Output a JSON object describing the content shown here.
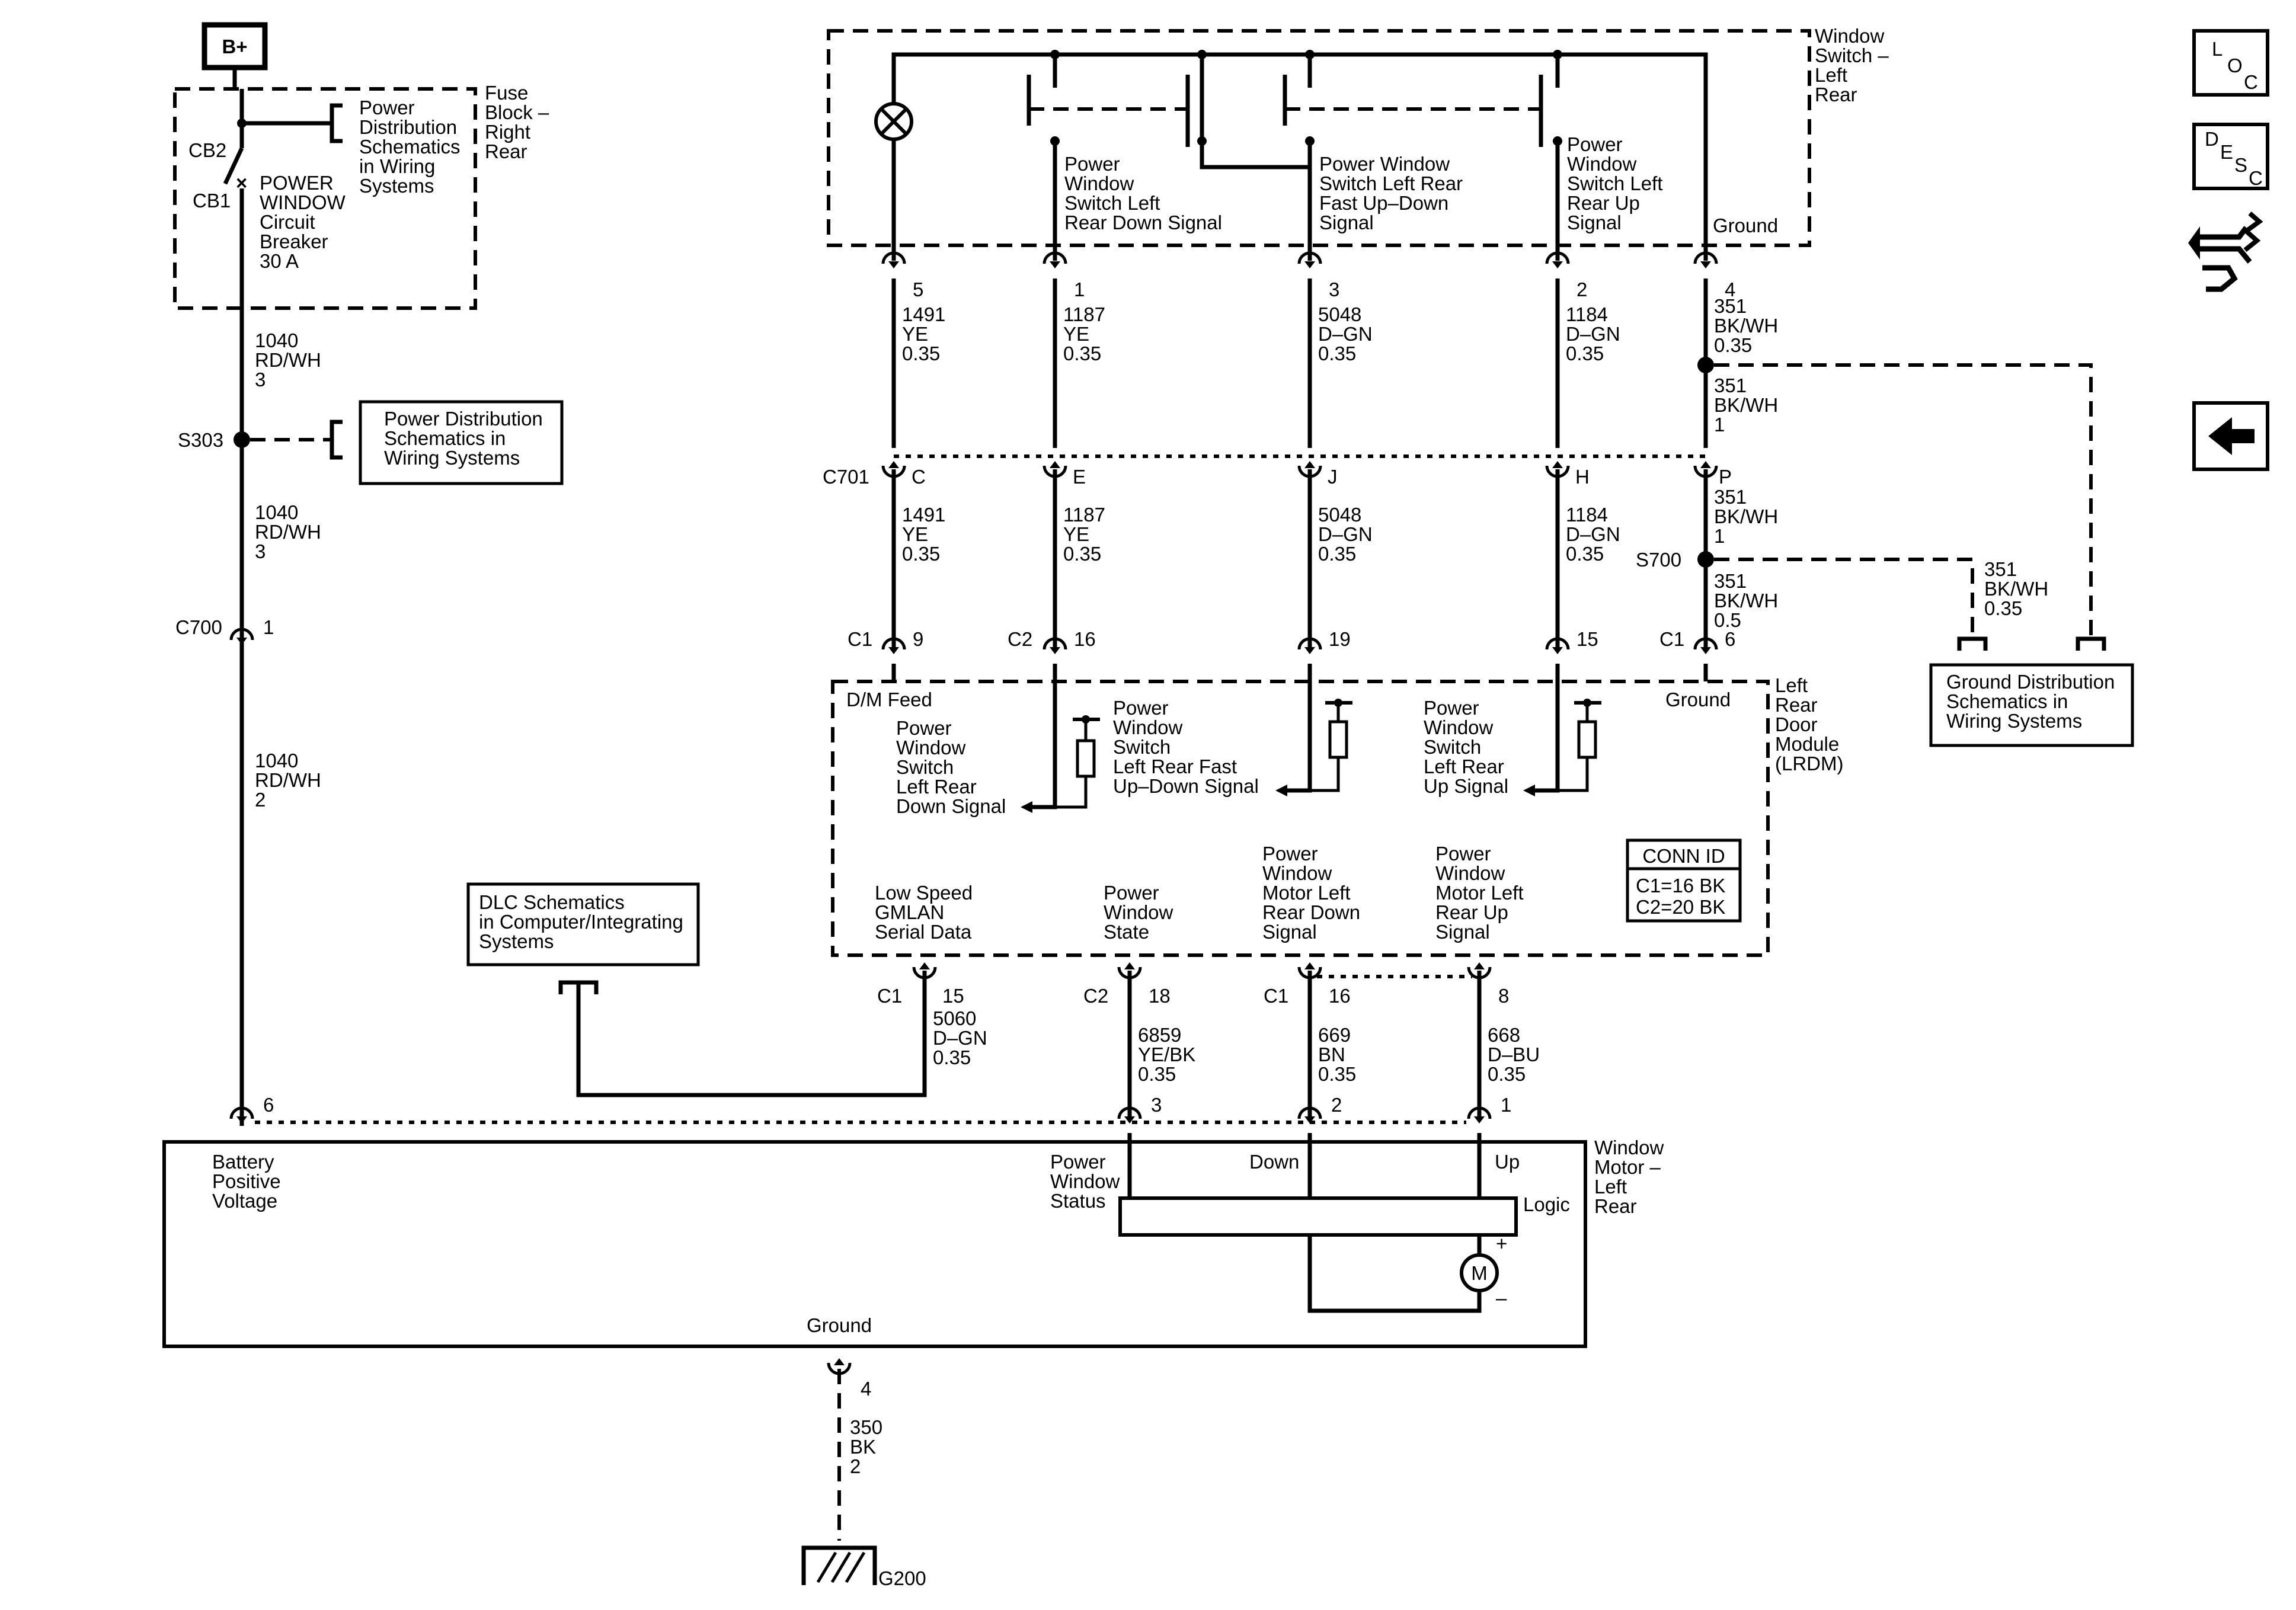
{
  "labels": {
    "bplus": "B+",
    "cb2": "CB2",
    "cb1": "CB1",
    "fuse_block": [
      "Fuse",
      "Block –",
      "Right",
      "Rear"
    ],
    "pd_ref1": [
      "Power",
      "Distribution",
      "Schematics",
      "in Wiring",
      "Systems"
    ],
    "pd_ref2": [
      "Power Distribution",
      "Schematics in",
      "Wiring Systems"
    ],
    "breaker": [
      "POWER",
      "WINDOW",
      "Circuit",
      "Breaker",
      "30 A"
    ],
    "s303": "S303",
    "c700": "C700",
    "c701": "C701",
    "s700": "S700",
    "g200": "G200",
    "dlc_ref": [
      "DLC Schematics",
      "in Computer/Integrating",
      "Systems"
    ],
    "ground_ref": [
      "Ground Distribution",
      "Schematics in",
      "Wiring Systems"
    ],
    "window_switch": [
      "Window",
      "Switch –",
      "Left",
      "Rear"
    ],
    "ws_sig_down": [
      "Power",
      "Window",
      "Switch Left",
      "Rear Down Signal"
    ],
    "ws_sig_fast": [
      "Power Window",
      "Switch Left Rear",
      "Fast Up–Down",
      "Signal"
    ],
    "ws_sig_up": [
      "Power",
      "Window",
      "Switch Left",
      "Rear Up",
      "Signal"
    ],
    "ws_ground": "Ground",
    "lrdm": [
      "Left",
      "Rear",
      "Door",
      "Module",
      "(LRDM)"
    ],
    "dm_feed": "D/M Feed",
    "lrdm_ground": "Ground",
    "lrdm_sig_down": [
      "Power",
      "Window",
      "Switch",
      "Left Rear",
      "Down Signal"
    ],
    "lrdm_sig_fast": [
      "Power",
      "Window",
      "Switch",
      "Left Rear Fast",
      "Up–Down Signal"
    ],
    "lrdm_sig_up": [
      "Power",
      "Window",
      "Switch",
      "Left Rear",
      "Up Signal"
    ],
    "lrdm_gmlan": [
      "Low Speed",
      "GMLAN",
      "Serial Data"
    ],
    "lrdm_state": [
      "Power",
      "Window",
      "State"
    ],
    "lrdm_motor_down": [
      "Power",
      "Window",
      "Motor Left",
      "Rear Down",
      "Signal"
    ],
    "lrdm_motor_up": [
      "Power",
      "Window",
      "Motor Left",
      "Rear Up",
      "Signal"
    ],
    "conn_id_title": "CONN ID",
    "conn_id_c1": "C1=16 BK",
    "conn_id_c2": "C2=20 BK",
    "motor": [
      "Window",
      "Motor –",
      "Left",
      "Rear"
    ],
    "motor_batt": [
      "Battery",
      "Positive",
      "Voltage"
    ],
    "motor_status": [
      "Power",
      "Window",
      "Status"
    ],
    "motor_down": "Down",
    "motor_up": "Up",
    "motor_logic": "Logic",
    "motor_ground": "Ground",
    "motor_symbol": "M",
    "plus": "+",
    "minus": "–"
  },
  "wires": {
    "w_1040_a": [
      "1040",
      "RD/WH",
      "3"
    ],
    "w_1040_b": [
      "1040",
      "RD/WH",
      "3"
    ],
    "w_1040_c": [
      "1040",
      "RD/WH",
      "2"
    ],
    "w_1491_a": [
      "1491",
      "YE",
      "0.35"
    ],
    "w_1491_b": [
      "1491",
      "YE",
      "0.35"
    ],
    "w_1187_a": [
      "1187",
      "YE",
      "0.35"
    ],
    "w_1187_b": [
      "1187",
      "YE",
      "0.35"
    ],
    "w_5048_a": [
      "5048",
      "D–GN",
      "0.35"
    ],
    "w_5048_b": [
      "5048",
      "D–GN",
      "0.35"
    ],
    "w_1184_a": [
      "1184",
      "D–GN",
      "0.35"
    ],
    "w_1184_b": [
      "1184",
      "D–GN",
      "0.35"
    ],
    "w_351_a": [
      "351",
      "BK/WH",
      "0.35"
    ],
    "w_351_b": [
      "351",
      "BK/WH",
      "1"
    ],
    "w_351_c": [
      "351",
      "BK/WH",
      "1"
    ],
    "w_351_d": [
      "351",
      "BK/WH",
      "0.5"
    ],
    "w_351_e": [
      "351",
      "BK/WH",
      "0.35"
    ],
    "w_5060": [
      "5060",
      "D–GN",
      "0.35"
    ],
    "w_6859": [
      "6859",
      "YE/BK",
      "0.35"
    ],
    "w_669": [
      "669",
      "BN",
      "0.35"
    ],
    "w_668": [
      "668",
      "D–BU",
      "0.35"
    ],
    "w_350": [
      "350",
      "BK",
      "2"
    ]
  },
  "pins": {
    "ws_5": "5",
    "ws_1": "1",
    "ws_3": "3",
    "ws_2": "2",
    "ws_4": "4",
    "c701_c": "C",
    "c701_e": "E",
    "c701_j": "J",
    "c701_h": "H",
    "c701_p": "P",
    "c1_9": "9",
    "c2_16": "16",
    "p_19": "19",
    "p_15": "15",
    "c1_6": "6",
    "conn_c1_a": "C1",
    "conn_c2_a": "C2",
    "conn_c1_b": "C1",
    "c1_15": "15",
    "c2_18": "18",
    "c1_16": "16",
    "p_8": "8",
    "conn_c1_c": "C1",
    "conn_c2_b": "C2",
    "conn_c1_d": "C1",
    "c700_1": "1",
    "m_6": "6",
    "m_3": "3",
    "m_2": "2",
    "m_1": "1",
    "m_4": "4"
  },
  "nav": {
    "loc": [
      "L",
      "O",
      "C"
    ],
    "desc": [
      "D",
      "E",
      "S",
      "C"
    ]
  }
}
